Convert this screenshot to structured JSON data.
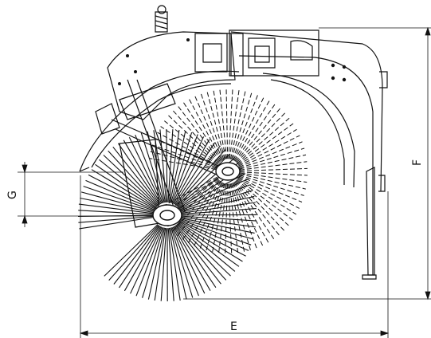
{
  "dimensions": {
    "E": "E",
    "F": "F",
    "G": "G"
  },
  "colors": {
    "line": "#111111",
    "background": "#ffffff"
  }
}
